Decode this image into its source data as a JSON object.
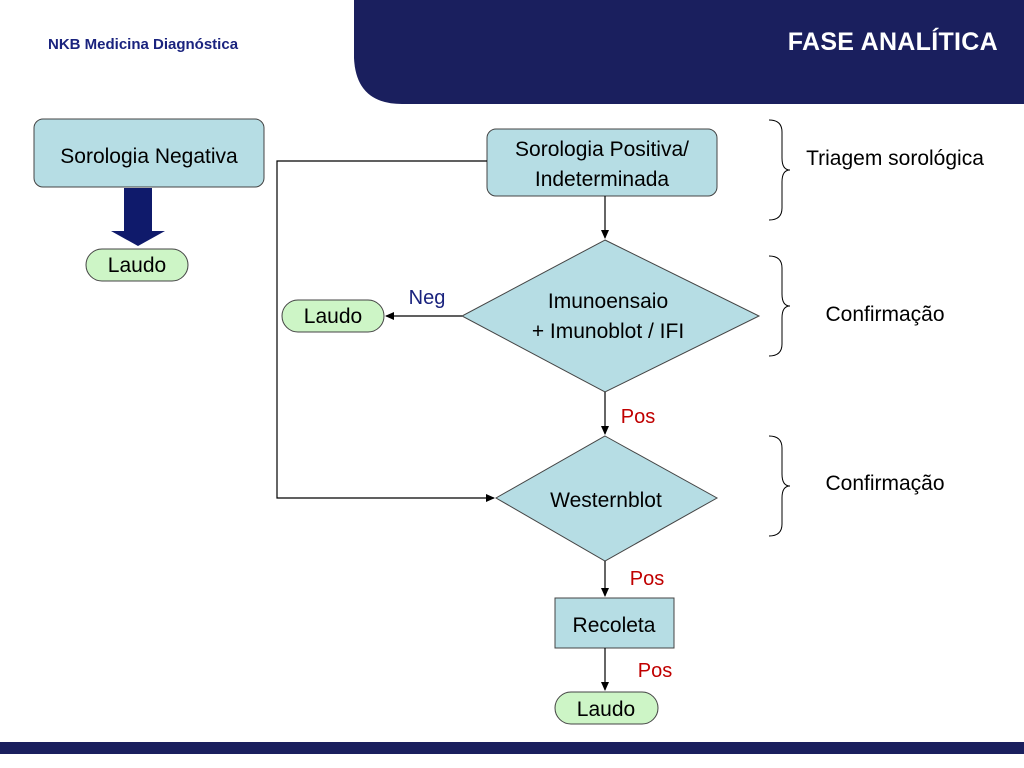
{
  "header": {
    "brand": "NKB Medicina Diagnóstica",
    "title": "FASE ANALÍTICA"
  },
  "nodes": {
    "sorologia_negativa": "Sorologia Negativa",
    "laudo_left": "Laudo",
    "sorologia_positiva_line1": "Sorologia Positiva/",
    "sorologia_positiva_line2": "Indeterminada",
    "imunoensaio_line1": "Imunoensaio",
    "imunoensaio_line2": "+ Imunoblot / IFI",
    "laudo_neg": "Laudo",
    "westernblot": "Westernblot",
    "recoleta": "Recoleta",
    "laudo_bottom": "Laudo"
  },
  "edges": {
    "neg": "Neg",
    "pos_1": "Pos",
    "pos_2": "Pos",
    "pos_3": "Pos"
  },
  "brackets": {
    "triagem": "Triagem sorológica",
    "confirmacao_1": "Confirmação",
    "confirmacao_2": "Confirmação"
  },
  "colors": {
    "navy": "#1a1f5e",
    "box_fill": "#b6dde4",
    "laudo_fill": "#cdf5c6",
    "pos_red": "#c00000",
    "neg_blue": "#1a237e"
  }
}
